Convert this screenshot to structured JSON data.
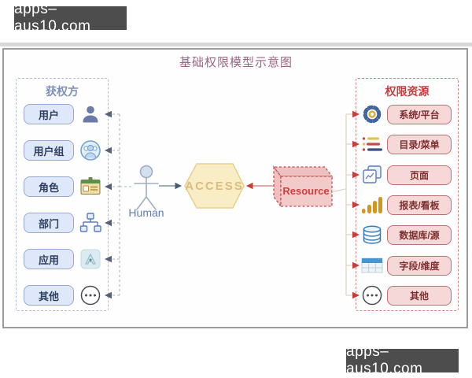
{
  "watermarks": {
    "top": "apps–aus10.com",
    "bottom": "apps–aus10.com"
  },
  "diagram": {
    "title": "基础权限模型示意图"
  },
  "left_panel": {
    "title": "获权方",
    "items": [
      {
        "label": "用户",
        "icon": "user-icon"
      },
      {
        "label": "用户组",
        "icon": "user-group-icon"
      },
      {
        "label": "角色",
        "icon": "role-badge-icon"
      },
      {
        "label": "部门",
        "icon": "org-chart-icon"
      },
      {
        "label": "应用",
        "icon": "app-icon"
      },
      {
        "label": "其他",
        "icon": "ellipsis-icon"
      }
    ]
  },
  "right_panel": {
    "title": "权限资源",
    "items": [
      {
        "label": "系统/平台",
        "icon": "gear-icon"
      },
      {
        "label": "目录/菜单",
        "icon": "menu-list-icon"
      },
      {
        "label": "页面",
        "icon": "pages-icon"
      },
      {
        "label": "报表/看板",
        "icon": "bar-chart-icon"
      },
      {
        "label": "数据库/源",
        "icon": "database-icon"
      },
      {
        "label": "字段/维度",
        "icon": "table-grid-icon"
      },
      {
        "label": "其他",
        "icon": "ellipsis-icon"
      }
    ]
  },
  "nodes": {
    "human": {
      "label": "Human"
    },
    "access": {
      "label": "ACCESS"
    },
    "resource": {
      "label": "Resource"
    }
  },
  "colors": {
    "title": "#9d6584",
    "left_box_bg": "#dee8f9",
    "left_text": "#2f3f5e",
    "right_box_bg": "#f6d8d8",
    "right_text": "#7e2f2f",
    "access_fill": "#f8edc4",
    "access_text": "#debc80",
    "resource_text": "#d23c3c",
    "arrow_red": "#c53e35",
    "arrow_blue": "#47597c",
    "watermark_bg": "#4d4d4d"
  }
}
